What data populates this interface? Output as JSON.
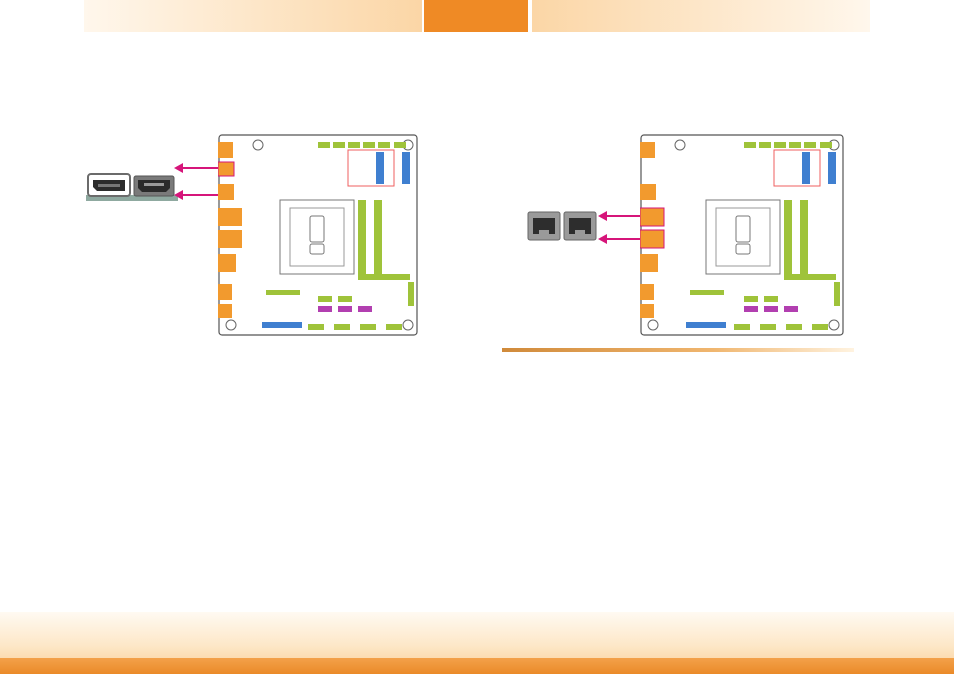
{
  "page": {
    "header": {
      "left_label": "",
      "center_label": "",
      "right_label": ""
    }
  },
  "figures": [
    {
      "id": "left",
      "ports": [
        "displayport-port",
        "hdmi-port"
      ]
    },
    {
      "id": "right",
      "ports": [
        "lan-port-1",
        "lan-port-2"
      ]
    }
  ],
  "colors": {
    "accent": "#ef8a25",
    "arrow": "#d6157a",
    "board_outline": "#555555",
    "connector_orange": "#f29a2e",
    "connector_green": "#9fc33a",
    "connector_blue": "#3f7fd0",
    "connector_purple": "#b23fb0",
    "highlight": "#ef5f5f"
  }
}
